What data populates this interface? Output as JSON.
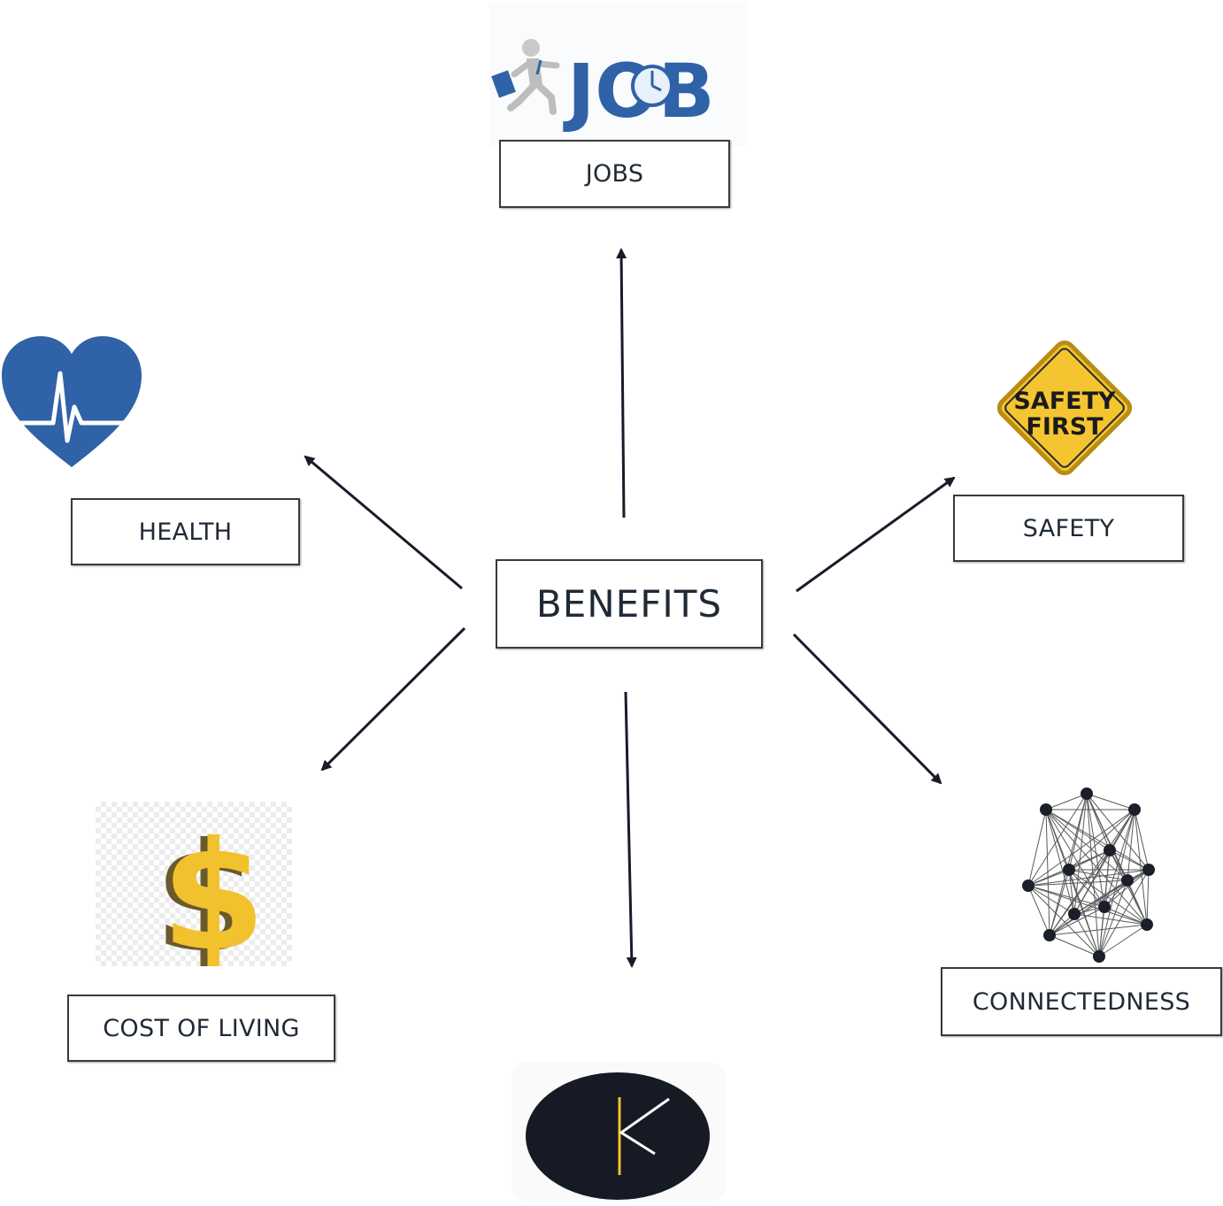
{
  "center": {
    "label": "BENEFITS"
  },
  "nodes": {
    "jobs": {
      "label": "JOBS",
      "icon": "job-icon",
      "icon_text": "JOB"
    },
    "health": {
      "label": "HEALTH",
      "icon": "heart-pulse-icon"
    },
    "safety": {
      "label": "SAFETY",
      "icon": "safety-first-sign-icon",
      "icon_text_line1": "SAFETY",
      "icon_text_line2": "FIRST"
    },
    "cost_of_living": {
      "label": "COST OF LIVING",
      "icon": "dollar-sign-icon",
      "icon_text": "$"
    },
    "connectedness": {
      "label": "CONNECTEDNESS",
      "icon": "network-icon"
    },
    "bottom": {
      "icon": "k-logo-icon"
    }
  },
  "colors": {
    "arrow": "#1a1a2a",
    "box_border": "#3a3a3a",
    "icon_blue": "#2f62a7",
    "safety_yellow": "#f4c531",
    "dollar_gold": "#f2c12e",
    "logo_dark": "#151a24"
  }
}
